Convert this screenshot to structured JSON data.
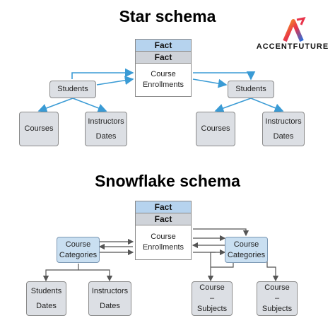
{
  "brand": {
    "name": "ACCENTFUTURE"
  },
  "star": {
    "title": "Star schema",
    "fact": {
      "header1": "Fact",
      "header2": "Fact",
      "body_line1": "Course",
      "body_line2": "Enrollments"
    },
    "left_dim": "Students",
    "right_dim": "Students",
    "left_children": [
      {
        "line1": "Courses",
        "line2": ""
      },
      {
        "line1": "Instructors",
        "line2": "Dates"
      }
    ],
    "right_children": [
      {
        "line1": "Courses",
        "line2": ""
      },
      {
        "line1": "Instructors",
        "line2": "Dates"
      }
    ]
  },
  "snowflake": {
    "title": "Snowflake schema",
    "fact": {
      "header1": "Fact",
      "header2": "Fact",
      "body_line1": "Course",
      "body_line2": "Enrollments"
    },
    "left_dim": {
      "line1": "Course",
      "line2": "Categories"
    },
    "right_dim": {
      "line1": "Course",
      "line2": "Categories"
    },
    "left_children": [
      {
        "line1": "Students",
        "line2": "Dates"
      },
      {
        "line1": "Instructors",
        "line2": "Dates"
      }
    ],
    "right_children": [
      {
        "line1": "Course",
        "line2": "–",
        "line3": "Subjects"
      },
      {
        "line1": "Course",
        "line2": "–",
        "line3": "Subjects"
      }
    ]
  },
  "colors": {
    "star_connector": "#3a9bd5",
    "snow_connector": "#555555",
    "fact_header": "#b6d3ee",
    "dim_gray": "#dcdfe4",
    "dim_blue": "#c9dff1"
  }
}
